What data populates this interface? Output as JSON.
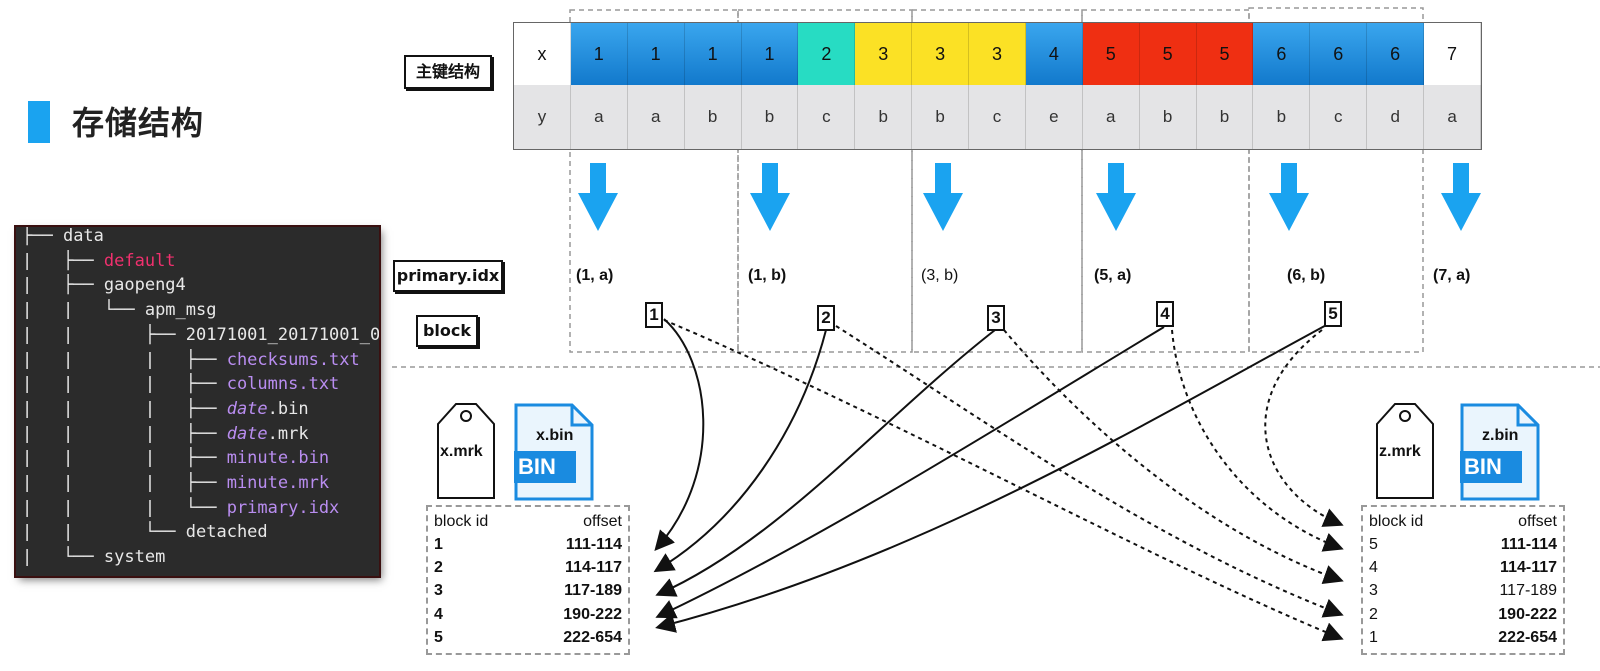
{
  "header": {
    "title": "存储结构",
    "accent_color": "#1aa3f0"
  },
  "terminal": {
    "lines": [
      {
        "prefix": "├── ",
        "name": "data",
        "style": "plain"
      },
      {
        "prefix": "|   ├── ",
        "name": "default",
        "style": "pink"
      },
      {
        "prefix": "|   ├── ",
        "name": "gaopeng4",
        "style": "plain"
      },
      {
        "prefix": "|   |   └── ",
        "name": "apm_msg",
        "style": "plain"
      },
      {
        "prefix": "|   |       ├── ",
        "name": "20171001_20171001_0",
        "style": "plain"
      },
      {
        "prefix": "|   |       |   ├── ",
        "name": "checksums.txt",
        "style": "purple"
      },
      {
        "prefix": "|   |       |   ├── ",
        "name": "columns.txt",
        "style": "purple"
      },
      {
        "prefix": "|   |       |   ├── ",
        "name_italic": "date",
        "name_rest": ".bin",
        "style": "split"
      },
      {
        "prefix": "|   |       |   ├── ",
        "name_italic": "date",
        "name_rest": ".mrk",
        "style": "split"
      },
      {
        "prefix": "|   |       |   ├── ",
        "name": "minute.bin",
        "style": "purple"
      },
      {
        "prefix": "|   |       |   ├── ",
        "name": "minute.mrk",
        "style": "purple"
      },
      {
        "prefix": "|   |       |   └── ",
        "name": "primary.idx",
        "style": "purple"
      },
      {
        "prefix": "|   |       └── ",
        "name": "detached",
        "style": "plain"
      },
      {
        "prefix": "|   └── ",
        "name": "system",
        "style": "plain"
      }
    ]
  },
  "labels": {
    "primary_key": "主键结构",
    "primary_idx": "primary.idx",
    "block": "block"
  },
  "key_grid": {
    "row_x": [
      "x",
      "1",
      "1",
      "1",
      "1",
      "2",
      "3",
      "3",
      "3",
      "4",
      "5",
      "5",
      "5",
      "6",
      "6",
      "6",
      "7"
    ],
    "row_y": [
      "y",
      "a",
      "a",
      "b",
      "b",
      "c",
      "b",
      "b",
      "c",
      "e",
      "a",
      "b",
      "b",
      "b",
      "c",
      "d",
      "a"
    ],
    "colors": [
      "white",
      "blue",
      "blue",
      "blue",
      "blue",
      "teal",
      "yellow",
      "yellow",
      "yellow",
      "blue",
      "red",
      "red",
      "red",
      "blue",
      "blue",
      "blue",
      "white"
    ]
  },
  "index_entries": [
    "(1, a)",
    "(1, b)",
    "(3, b)",
    "(5, a)",
    "(6, b)",
    "(7, a)"
  ],
  "blocks": [
    "1",
    "2",
    "3",
    "4",
    "5"
  ],
  "files_left": {
    "mrk": "x.mrk",
    "bin": "x.bin",
    "bin_badge": "BIN"
  },
  "files_right": {
    "mrk": "z.mrk",
    "bin": "z.bin",
    "bin_badge": "BIN"
  },
  "table_left": {
    "headers": [
      "block id",
      "offset"
    ],
    "rows": [
      [
        "1",
        "111-114"
      ],
      [
        "2",
        "114-117"
      ],
      [
        "3",
        "117-189"
      ],
      [
        "4",
        "190-222"
      ],
      [
        "5",
        "222-654"
      ]
    ]
  },
  "table_right": {
    "headers": [
      "block id",
      "offset"
    ],
    "rows": [
      [
        "5",
        "111-114"
      ],
      [
        "4",
        "114-117"
      ],
      [
        "3",
        "117-189"
      ],
      [
        "2",
        "190-222"
      ],
      [
        "1",
        "222-654"
      ]
    ]
  },
  "colors": {
    "arrow_blue": "#1aa3f0",
    "key_blue": "#1f8ee0",
    "teal": "#27dcc3",
    "yellow": "#fbe125",
    "red": "#ef2f12"
  }
}
